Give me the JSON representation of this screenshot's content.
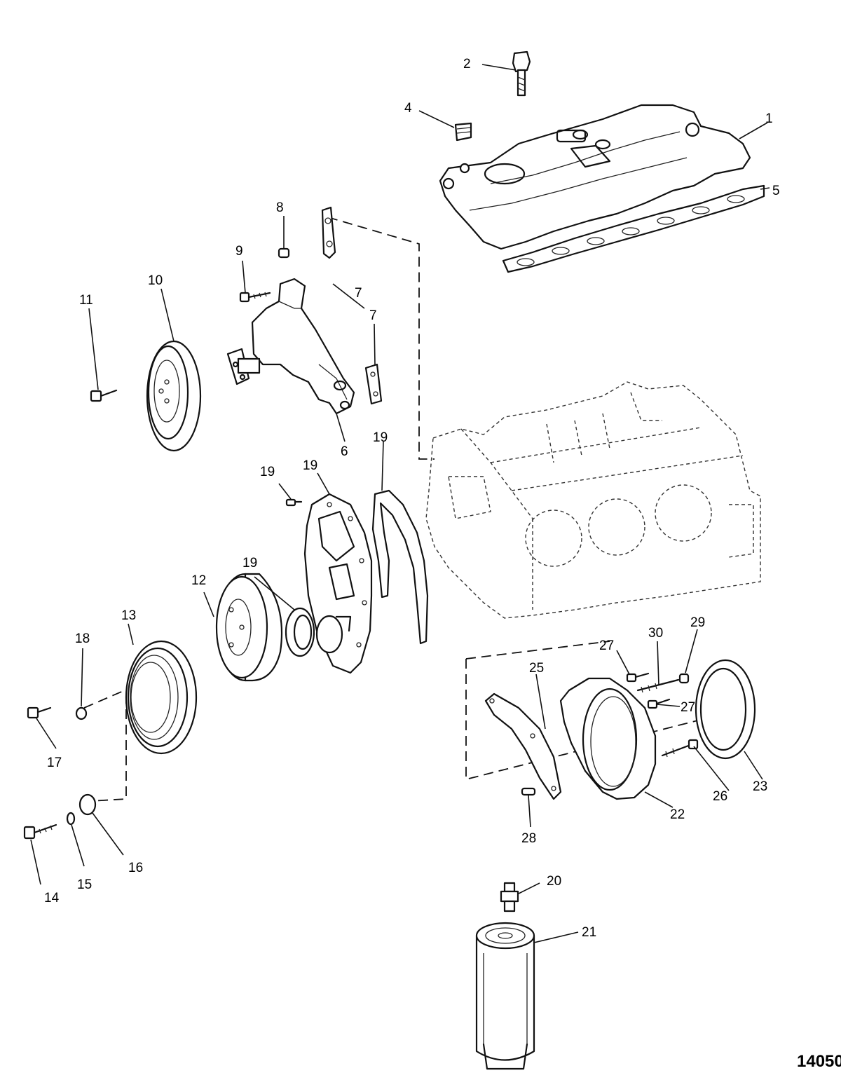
{
  "figure_id": "14050",
  "callouts": {
    "c1": "1",
    "c2": "2",
    "c4": "4",
    "c5": "5",
    "c6": "6",
    "c7a": "7",
    "c7b": "7",
    "c8": "8",
    "c9": "9",
    "c10": "10",
    "c11": "11",
    "c12": "12",
    "c13": "13",
    "c14": "14",
    "c15": "15",
    "c16": "16",
    "c17": "17",
    "c18": "18",
    "c19a": "19",
    "c19b": "19",
    "c19c": "19",
    "c19d": "19",
    "c20": "20",
    "c21": "21",
    "c22": "22",
    "c23": "23",
    "c25": "25",
    "c26": "26",
    "c27a": "27",
    "c27b": "27",
    "c28": "28",
    "c29": "29",
    "c30": "30"
  }
}
